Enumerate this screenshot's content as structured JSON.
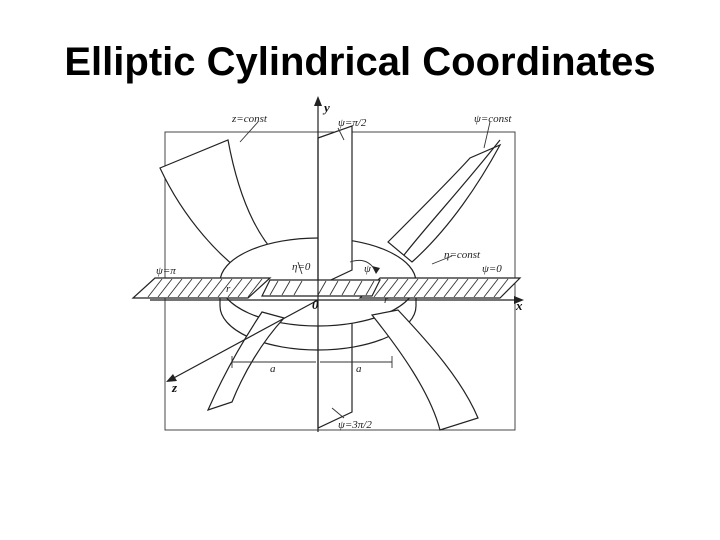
{
  "slide": {
    "title": "Elliptic Cylindrical Coordinates"
  },
  "diagram": {
    "labels": {
      "y_axis": "y",
      "x_axis": "x",
      "z_axis": "z",
      "origin": "0",
      "z_const": "z=const",
      "psi_pi_over_2": "ψ=π/2",
      "psi_const": "ψ=const",
      "eta_zero": "η=0",
      "psi_symbol": "ψ",
      "eta_const": "η=const",
      "psi_zero": "ψ=0",
      "psi_pi": "ψ=π",
      "r_left": "r",
      "r_right": "r",
      "a_left": "a",
      "a_right": "a",
      "psi_3pi_over_2": "ψ=3π/2"
    }
  }
}
